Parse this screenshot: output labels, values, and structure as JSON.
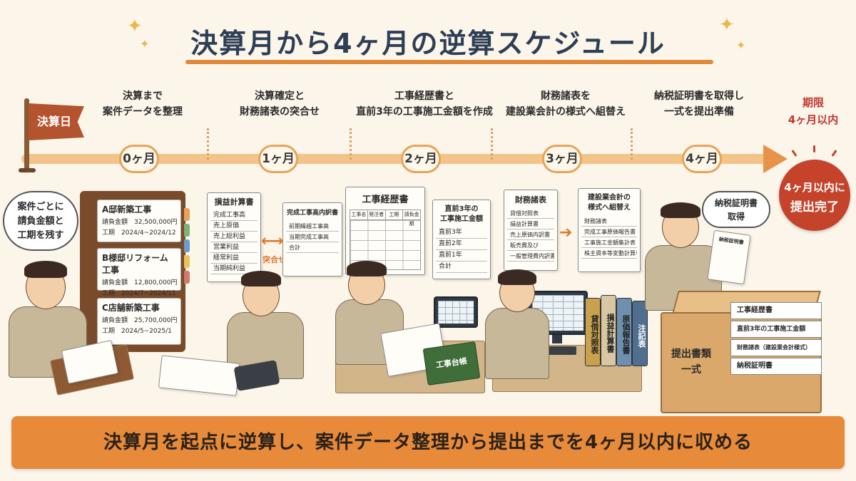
{
  "title": "決算月から4ヶ月の逆算スケジュール",
  "start_flag": "決算日",
  "months": [
    "0ヶ月",
    "1ヶ月",
    "2ヶ月",
    "3ヶ月",
    "4ヶ月"
  ],
  "steps": [
    {
      "line1": "決算まで",
      "line2": "案件データを整理"
    },
    {
      "line1": "決算確定と",
      "line2": "財務諸表の突合せ"
    },
    {
      "line1": "工事経歴書と",
      "line2": "直前3年の工事施工金額を作成"
    },
    {
      "line1": "財務諸表を",
      "line2": "建設業会計の様式へ組替え"
    },
    {
      "line1": "納税証明書を取得し",
      "line2": "一式を提出準備"
    }
  ],
  "deadline": {
    "line1": "期限",
    "line2": "4ヶ月以内"
  },
  "completion": {
    "line1": "4ヶ月以内に",
    "line2": "提出完了"
  },
  "scene1": {
    "bubble": [
      "案件ごとに",
      "請負金額と",
      "工期を残す"
    ],
    "projects": [
      {
        "name": "A邸新築工事",
        "amount": "請負金額　32,500,000円",
        "period": "工期　2024/4~2024/12"
      },
      {
        "name": "B様邸リフォーム工事",
        "amount": "請負金額　12,800,000円",
        "period": "工期　2024/7~2024/11"
      },
      {
        "name": "C店舗新築工事",
        "amount": "請負金額　25,700,000円",
        "period": "工期　2024/5~2025/1"
      }
    ]
  },
  "scene2": {
    "pl_title": "損益計算書",
    "pl_rows": [
      "完成工事高",
      "売上原価",
      "売上総利益",
      "営業利益",
      "経常利益",
      "当期純利益"
    ],
    "swap_label": "突合せ",
    "detail_title": "完成工事高内訳書",
    "detail_rows": [
      "前期繰越工事高",
      "当期完成工事高",
      "合計"
    ]
  },
  "scene3": {
    "history_title": "工事経歴書",
    "history_cols": [
      "工事名",
      "発注者",
      "工期",
      "請負金額"
    ],
    "three_year_title": [
      "直前3年の",
      "工事施工金額"
    ],
    "three_year_rows": [
      "直前3年",
      "直前2年",
      "直前1年",
      "合計"
    ],
    "ledger_label": "工事台帳"
  },
  "scene4": {
    "fs_title": "財務諸表",
    "fs_rows": [
      "貸借対照表",
      "損益計算書",
      "売上原価内訳書",
      "販売費及び",
      "一般管理費内訳書"
    ],
    "conv_title": [
      "建設業会計の",
      "様式へ組替え"
    ],
    "conv_rows": [
      "財務諸表",
      "完成工事原価報告書",
      "工事施工金額集計表",
      "株主資本等変動計算表"
    ],
    "books": [
      "貸借対照表",
      "損益計算書",
      "原価報告書",
      "注記表"
    ]
  },
  "scene5": {
    "bubble": [
      "納税証明書",
      "取得"
    ],
    "cert_title": "納税証明書",
    "box_label": [
      "提出書類",
      "一式"
    ],
    "box_docs": [
      "工事経歴書",
      "直前3年の工事施工金額",
      "財務諸表（建設業会計様式）",
      "納税証明書"
    ]
  },
  "banner": "決算月を起点に逆算し、案件データ整理から提出までを4ヶ月以内に収める",
  "colors": {
    "accent": "#e78b3b",
    "deadline": "#c0392b",
    "title": "#2d3e55",
    "completion": "#c5432b"
  }
}
